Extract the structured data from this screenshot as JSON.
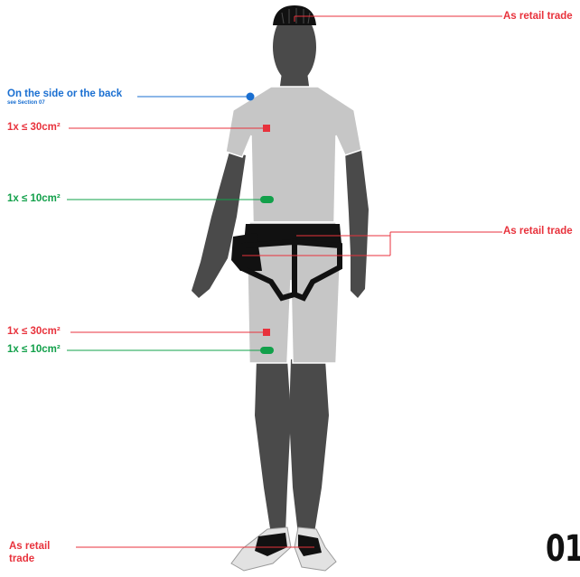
{
  "labels": {
    "helmet": "As retail trade",
    "shoulder_main": "On the side or the back",
    "shoulder_sub": "see Section 07",
    "chest_red": "1x ≤ 30cm²",
    "chest_green": "1x ≤ 10cm²",
    "harness": "As retail trade",
    "thigh_red": "1x ≤ 30cm²",
    "thigh_green": "1x ≤ 10cm²",
    "shoes_line1": "As retail",
    "shoes_line2": "trade"
  },
  "page_number": "01",
  "colors": {
    "red": "#e8323c",
    "green": "#12a04a",
    "blue": "#1a6fd1",
    "skin": "#4a4a4a",
    "clothing": "#c6c6c6",
    "harness": "#111111"
  }
}
